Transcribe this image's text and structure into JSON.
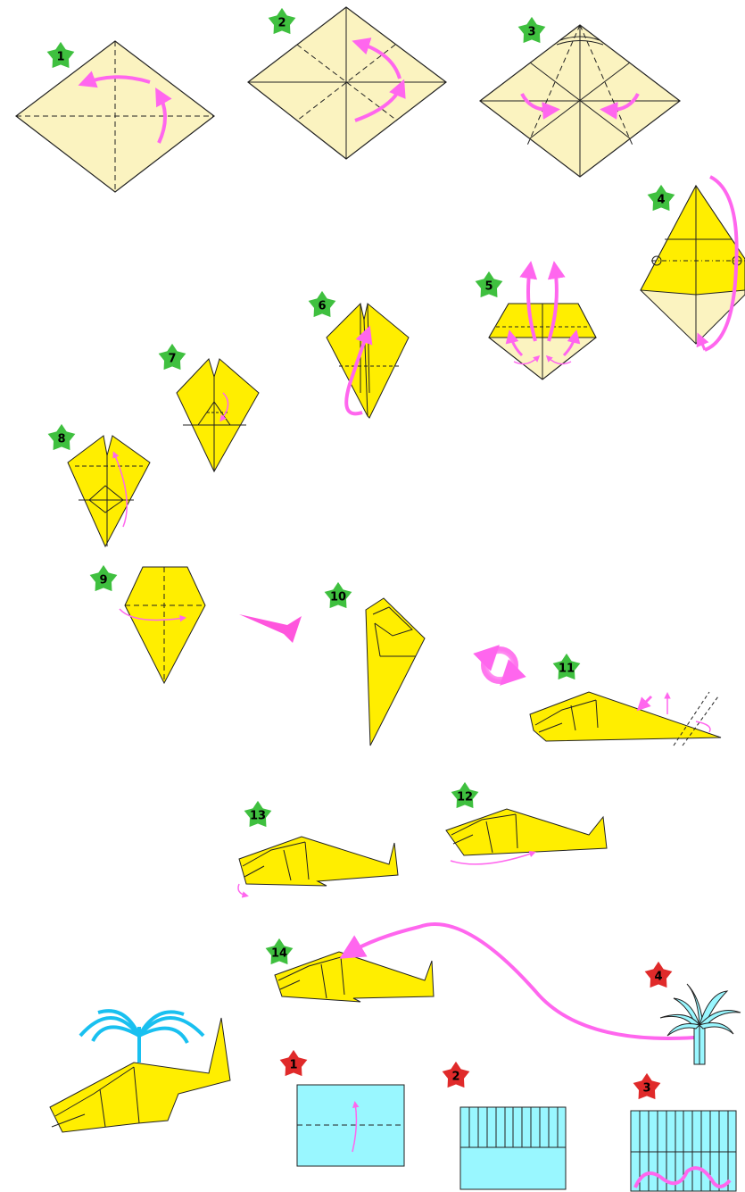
{
  "colors": {
    "paper_light": "#fbf3c0",
    "paper_yellow": "#ffee00",
    "paper_cyan": "#99f7ff",
    "arrow_pink": "#ff66ee",
    "spout_blue": "#19c0f0",
    "star_green": "#3fc03f",
    "star_red": "#e02a2a"
  },
  "whale_steps": [
    "1",
    "2",
    "3",
    "4",
    "5",
    "6",
    "7",
    "8",
    "9",
    "10",
    "11",
    "12",
    "13",
    "14"
  ],
  "fountain_steps": [
    "1",
    "2",
    "3",
    "4"
  ],
  "icons": {
    "step_badge": "star-icon",
    "turn_over": "turn-over-icon",
    "next": "next-arrow-icon"
  }
}
